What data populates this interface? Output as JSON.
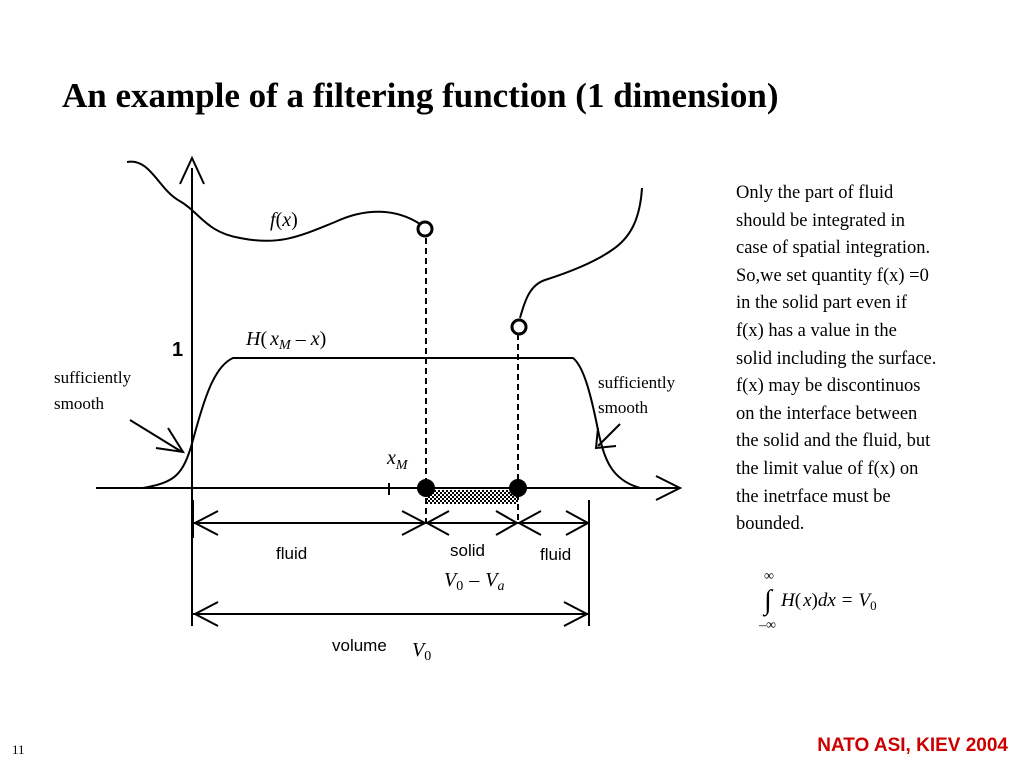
{
  "slide": {
    "title": "An example of a filtering function (1 dimension)",
    "page_number": "11",
    "footer": "NATO ASI, KIEV 2004"
  },
  "diagram": {
    "f_label": {
      "f": "f",
      "open": "(",
      "x": "x",
      "close": ")"
    },
    "h_label": {
      "H": "H",
      "open": "(",
      "x": "x",
      "M": "M",
      "minus": "–",
      "x2": "x",
      "close": ")"
    },
    "one_label": "1",
    "left_note": [
      "sufficiently",
      "smooth"
    ],
    "right_note": [
      "sufficiently",
      "smooth"
    ],
    "xm_label": {
      "x": "x",
      "M": "M"
    },
    "region_fluid_left": "fluid",
    "region_solid": "solid",
    "region_fluid_right": "fluid",
    "solid_volume": {
      "V": "V",
      "sub0": "0",
      "minus": "–",
      "V2": "V",
      "suba": "a"
    },
    "volume_label": "volume",
    "volume_symbol": {
      "V": "V",
      "sub0": "0"
    }
  },
  "note": {
    "lines": [
      "Only the part of fluid",
      "should be integrated in",
      "case of spatial integration.",
      "So,we set quantity  f(x) =0",
      "in the solid part even if",
      "f(x) has a  value in the",
      "solid including the surface.",
      "f(x) may be discontinuos",
      "on the interface between",
      "the solid and the fluid, but",
      "the limit value of f(x)  on",
      "the inetrface must be",
      "bounded."
    ]
  },
  "formula": {
    "upper": "∞",
    "integral": "∫",
    "lower": "–∞",
    "H": "H",
    "open": "(",
    "x": "x",
    "close": ")",
    "dx": "dx",
    "equals": "=",
    "V": "V",
    "sub0": "0"
  }
}
